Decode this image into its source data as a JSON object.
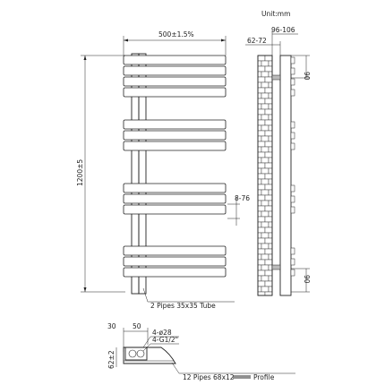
{
  "drawing": {
    "unit": "Unit:mm",
    "front_view": {
      "width_dim": "500±1.5%",
      "height_dim": "1200±5",
      "spacing_dim": "8-76",
      "pipes_note": "2 Pipes 35x35 Tube",
      "bar_groups": [
        4,
        3,
        3,
        3
      ]
    },
    "side_view": {
      "dim_top_outer": "96-106",
      "dim_top_inner": "62-72",
      "dim_top_right": "90",
      "dim_bottom_right": "90"
    },
    "bottom_view": {
      "dim_a": "30",
      "dim_b": "50",
      "dim_side": "62±2",
      "holes": "4-ø28",
      "threads": "4-G1/2\"",
      "profile_note": "12 Pipes 68x12",
      "profile_label": "Profile"
    }
  }
}
